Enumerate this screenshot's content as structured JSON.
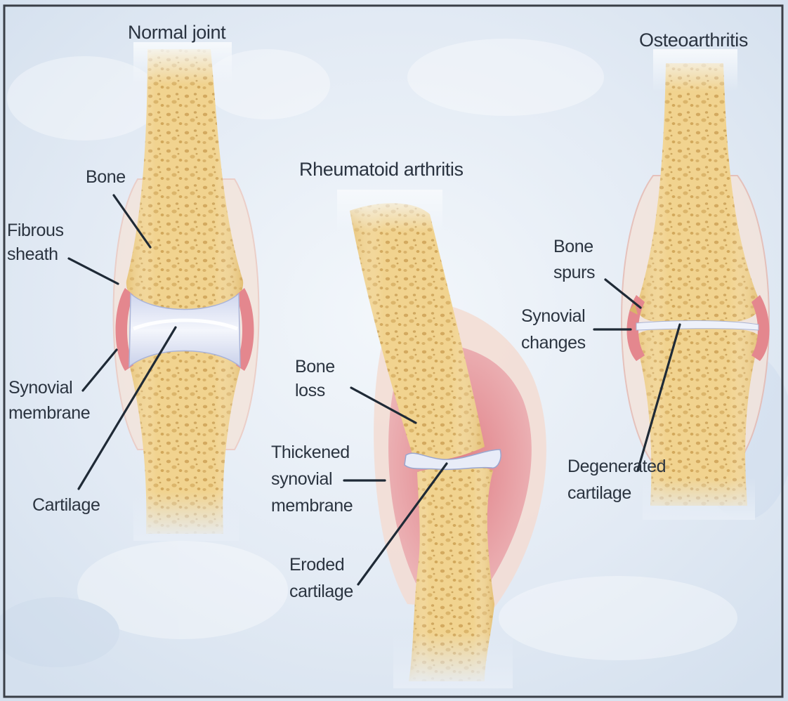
{
  "colors": {
    "background": "#e4ecf6",
    "bone": "#f0d08a",
    "bone_pore": "#c79a4c",
    "cartilage": "#d9dff2",
    "synovial": "#e3a8ac",
    "sheath": "#f1dccf",
    "text": "#2b3440"
  },
  "panels": {
    "normal": {
      "title": "Normal joint",
      "labels": {
        "bone": "Bone",
        "fibrous_1": "Fibrous",
        "fibrous_2": "sheath",
        "synovial_1": "Synovial",
        "synovial_2": "membrane",
        "cartilage": "Cartilage"
      }
    },
    "rheumatoid": {
      "title": "Rheumatoid arthritis",
      "labels": {
        "boneloss_1": "Bone",
        "boneloss_2": "loss",
        "thick_1": "Thickened",
        "thick_2": "synovial",
        "thick_3": "membrane",
        "eroded_1": "Eroded",
        "eroded_2": "cartilage"
      }
    },
    "osteo": {
      "title": "Osteoarthritis",
      "labels": {
        "spurs_1": "Bone",
        "spurs_2": "spurs",
        "synch_1": "Synovial",
        "synch_2": "changes",
        "degen_1": "Degenerated",
        "degen_2": "cartilage"
      }
    }
  }
}
